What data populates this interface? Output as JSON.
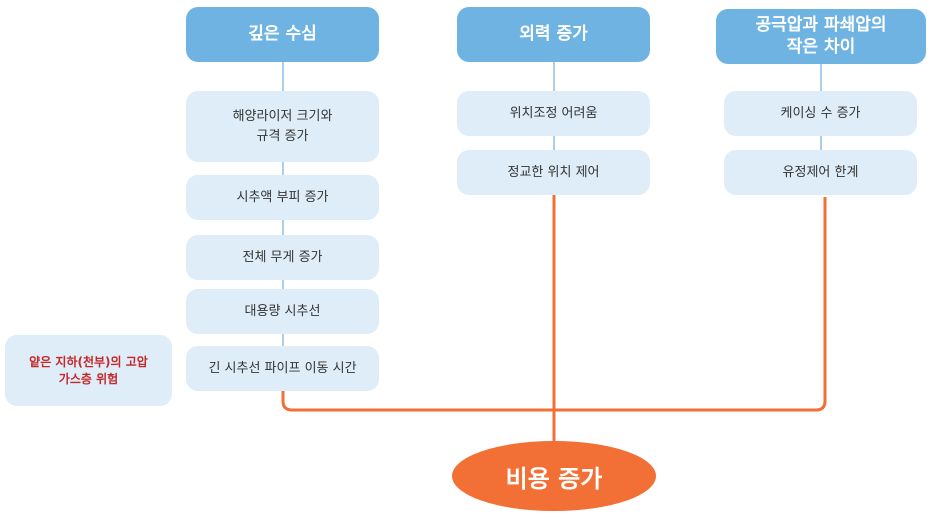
{
  "columns": [
    {
      "header": "깊은 수심",
      "items": [
        "해양라이저 크기와\n규격 증가",
        "시추액 부피 증가",
        "전체 무게 증가",
        "대용량 시추선",
        "긴 시추선 파이프 이동 시간"
      ]
    },
    {
      "header": "외력 증가",
      "items": [
        "위치조정 어려움",
        "정교한 위치 제어"
      ]
    },
    {
      "header": "공극압과 파쇄압의\n작은 차이",
      "items": [
        "케이싱 수 증가",
        "유정제어 한계"
      ]
    }
  ],
  "side_note": "얕은 지하(천부)의 고압\n가스층 위험",
  "result": "비용 증가",
  "colors": {
    "header": "#6fb3e3",
    "item": "#deedf8",
    "result": "#f26f35",
    "connector_blue": "#a9cfec",
    "connector_orange": "#f26f35",
    "side_text": "#c62828"
  }
}
